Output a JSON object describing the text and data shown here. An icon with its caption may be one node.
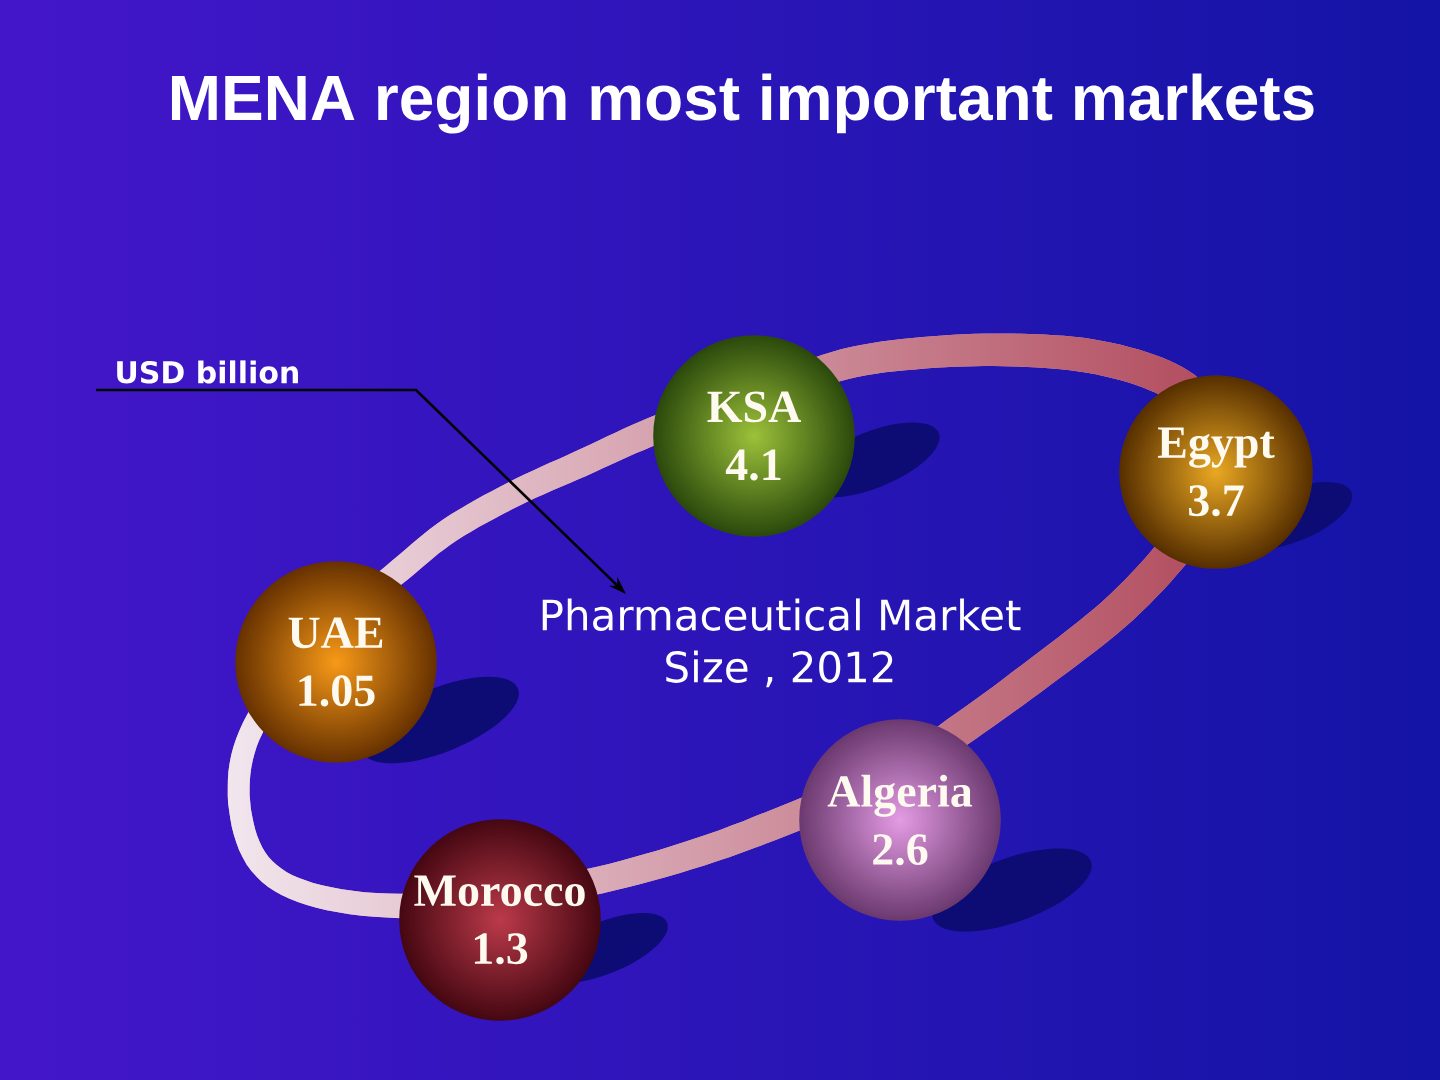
{
  "diagram": {
    "title": "MENA region most important markets",
    "nodes": [
      {
        "text": [
          "USD billion"
        ]
      },
      {
        "text": [
          "KSA",
          "4.1"
        ]
      },
      {
        "text": [
          "Egypt",
          "3.7"
        ]
      },
      {
        "text": [
          "UAE",
          "1.05"
        ]
      },
      {
        "text": [
          "Pharmaceutical Market Size , 2012"
        ]
      },
      {
        "text": [
          "Algeria",
          "2.6"
        ]
      },
      {
        "text": [
          "Morocco",
          "1.3"
        ]
      }
    ],
    "edges": [
      {
        "from": 0,
        "to": 4,
        "arrow": "to"
      }
    ]
  }
}
